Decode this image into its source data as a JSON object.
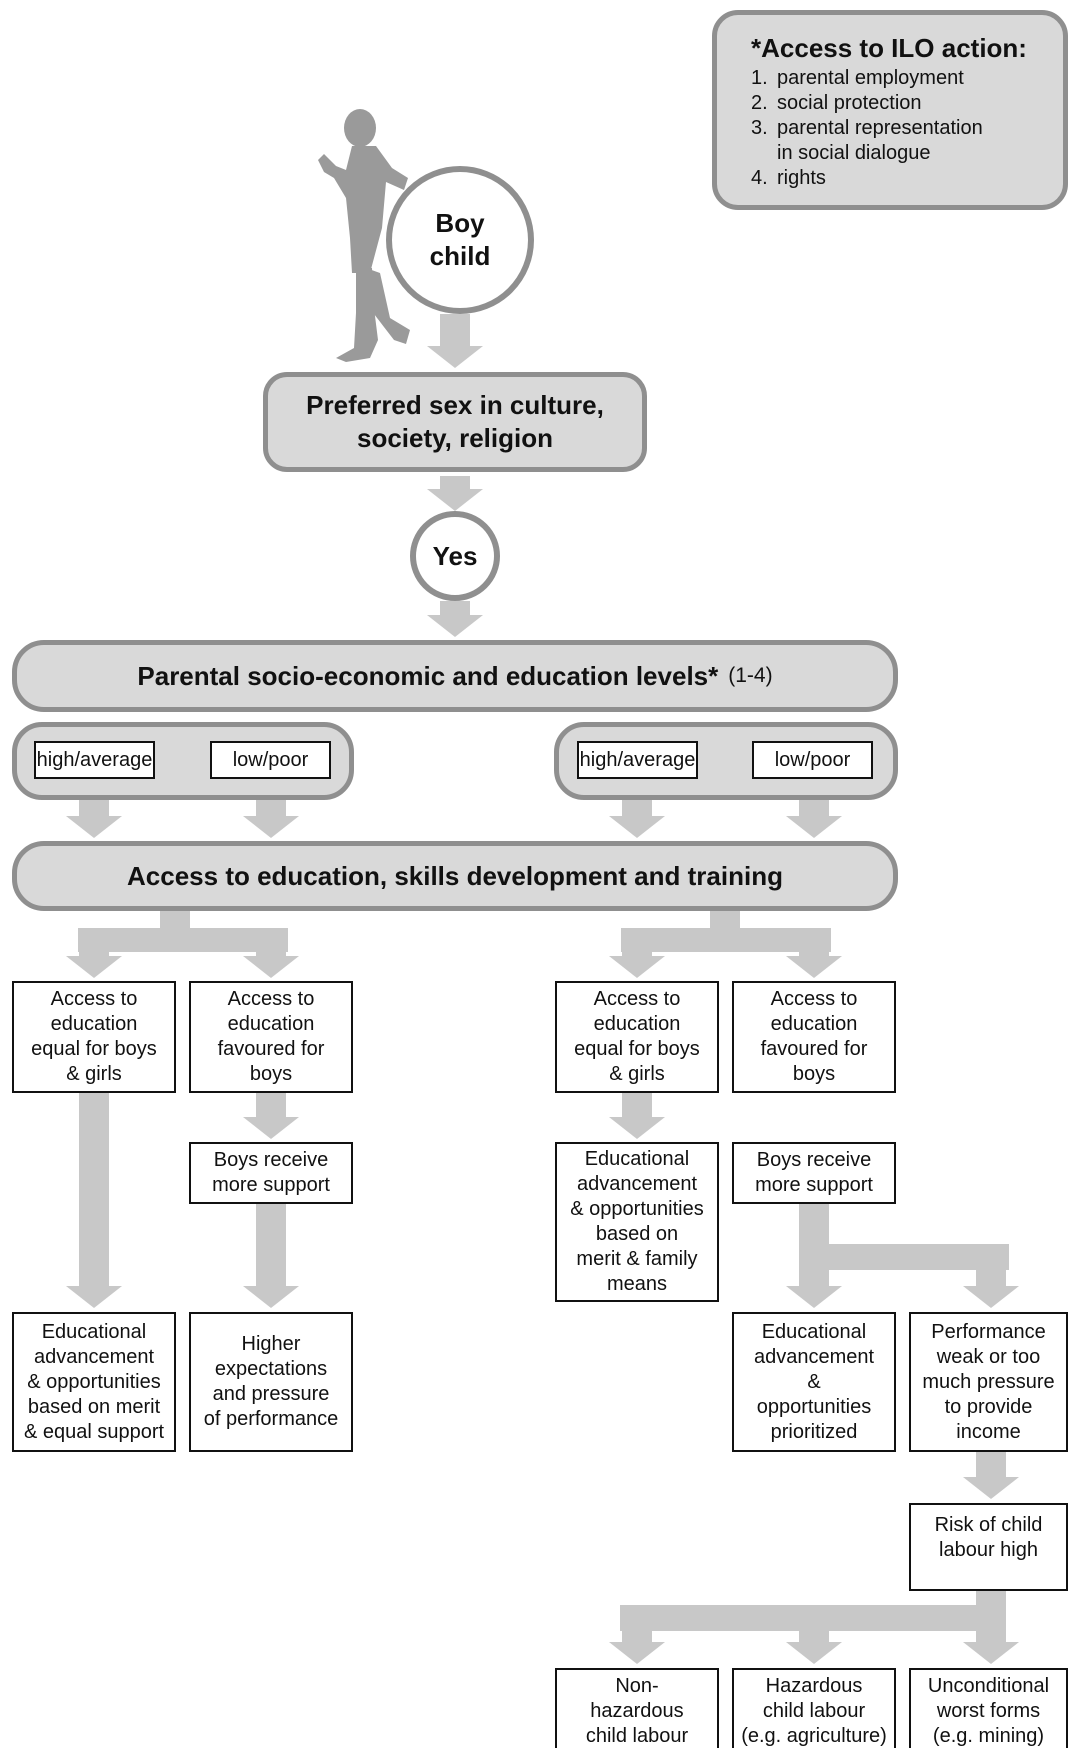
{
  "ilo_panel": {
    "title": "*Access to ILO action:",
    "items": [
      {
        "num": "1.",
        "text": "parental employment"
      },
      {
        "num": "2.",
        "text": "social protection"
      },
      {
        "num": "3.",
        "text": "parental representation\nin social dialogue"
      },
      {
        "num": "4.",
        "text": "rights"
      }
    ]
  },
  "boy_child": "Boy\nchild",
  "preferred_sex": "Preferred sex in culture,\nsociety, religion",
  "yes": "Yes",
  "parental_levels": {
    "label": "Parental socio-economic and education levels*",
    "suffix": "(1-4)"
  },
  "level_left": {
    "high": "high/average",
    "low": "low/poor"
  },
  "level_right": {
    "high": "high/average",
    "low": "low/poor"
  },
  "access_education": "Access to education, skills development and training",
  "boxes": {
    "left_equal": "Access to\neducation\nequal for boys\n& girls",
    "left_favoured": "Access to\neducation\nfavoured for\nboys",
    "right_equal": "Access to\neducation\nequal for boys\n& girls",
    "right_favoured": "Access to\neducation\nfavoured for\nboys",
    "left_boys_support": "Boys receive\nmore support",
    "right_merit_means": "Educational\nadvancement\n& opportunities\nbased on\nmerit & family\nmeans",
    "right_boys_support": "Boys receive\nmore support",
    "left_merit_equal": "Educational\nadvancement\n& opportunities\nbased on merit\n& equal support",
    "left_higher_expect": "Higher\nexpectations\nand pressure\nof performance",
    "right_prioritized": "Educational\nadvancement\n&\nopportunities\nprioritized",
    "right_performance": "Performance\nweak or too\nmuch pressure\nto provide\nincome",
    "risk_child_labour": "Risk of child\nlabour high",
    "non_hazardous": "Non-\nhazardous\nchild labour",
    "hazardous": "Hazardous\nchild labour\n(e.g. agriculture)",
    "worst_forms": "Unconditional\nworst forms\n(e.g. mining)"
  },
  "colors": {
    "arrow": "#c8c8c8",
    "panel_fill": "#d9d9d9",
    "panel_border": "#8f8f8f",
    "figure": "#9a9a9a"
  }
}
